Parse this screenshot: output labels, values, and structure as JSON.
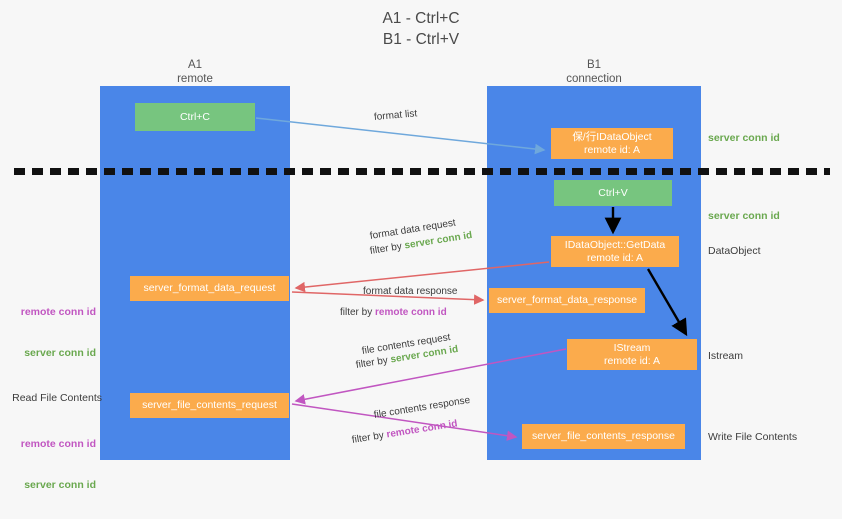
{
  "title": "A1 - Ctrl+C\nB1 - Ctrl+V",
  "lanes": {
    "a": {
      "header": "A1\nremote"
    },
    "b": {
      "header": "B1\nconnection"
    }
  },
  "boxes": {
    "ctrl_c": "Ctrl+C",
    "idataobject": "保/行IDataObject\nremote id: A",
    "ctrl_v": "Ctrl+V",
    "getdata": "IDataObject::GetData\nremote id: A",
    "format_data_request": "server_format_data_request",
    "format_data_response": "server_format_data_response",
    "istream": "IStream\nremote id: A",
    "file_contents_request": "server_file_contents_request",
    "file_contents_response": "server_file_contents_response"
  },
  "arrow_labels": {
    "format_list": "format list",
    "format_data_request": "format data request",
    "format_data_request_filter_prefix": "filter by ",
    "format_data_request_filter_value": "server conn id",
    "format_data_response": "format data response",
    "format_data_response_filter_prefix": "filter by ",
    "format_data_response_filter_value": "remote conn id",
    "file_contents_request": "file contents request",
    "file_contents_request_filter_prefix": "filter by ",
    "file_contents_request_filter_value": "server conn id",
    "file_contents_response": "file contents response",
    "file_contents_response_filter_prefix": "filter by ",
    "file_contents_response_filter_value": "remote conn id"
  },
  "side_labels": {
    "right_server_conn_id_1": "server conn id",
    "right_server_conn_id_2": "server conn id",
    "right_dataobject": "DataObject",
    "right_istream": "Istream",
    "right_write_file_contents": "Write File Contents",
    "left_remote_conn_id_1": "remote conn id",
    "left_server_conn_id_1": "server conn id",
    "left_read_file_contents": "Read File Contents",
    "left_remote_conn_id_2": "remote conn id",
    "left_server_conn_id_2": "server conn id"
  },
  "colors": {
    "lane": "#4a86e8",
    "green_box": "#77c57f",
    "orange_box": "#fbab4c",
    "server_conn_id": "#6aa84f",
    "remote_conn_id": "#c156c1",
    "arrow_blue": "#6fa8dc",
    "arrow_red": "#e06666",
    "arrow_magenta": "#c156c1",
    "arrow_black": "#000000",
    "background": "#f7f7f7"
  }
}
